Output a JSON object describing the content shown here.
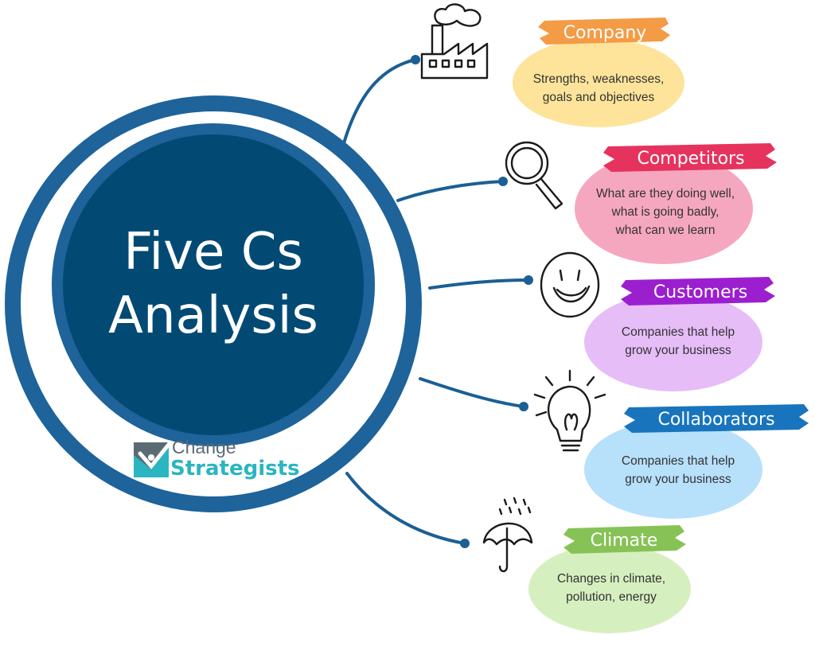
{
  "hub": {
    "title_line1": "Five Cs",
    "title_line2": "Analysis"
  },
  "logo": {
    "line1": "Change",
    "line2": "Strategists"
  },
  "colors": {
    "ring": "#1e639a",
    "hub_fill": "#024a74",
    "connector": "#1b5f94"
  },
  "items": [
    {
      "title": "Company",
      "icon": "factory-icon",
      "tag_color": "#f49b45",
      "blob_color": "#fde49a",
      "lines": [
        "Strengths, weaknesses,",
        "goals and objectives"
      ]
    },
    {
      "title": "Competitors",
      "icon": "magnifying-glass-icon",
      "tag_color": "#e6335e",
      "blob_color": "#f6a7c0",
      "lines": [
        "What are they doing well,",
        "what is going badly,",
        "what can we learn"
      ]
    },
    {
      "title": "Customers",
      "icon": "smiley-face-icon",
      "tag_color": "#9c1fcf",
      "blob_color": "#e6bdf7",
      "lines": [
        "Companies that help",
        "grow your business"
      ]
    },
    {
      "title": "Collaborators",
      "icon": "lightbulb-icon",
      "tag_color": "#1875bd",
      "blob_color": "#b7e0fb",
      "lines": [
        "Companies that help",
        "grow your business"
      ]
    },
    {
      "title": "Climate",
      "icon": "umbrella-rain-icon",
      "tag_color": "#87c256",
      "blob_color": "#d6efbf",
      "lines": [
        "Changes in climate,",
        "pollution, energy"
      ]
    }
  ]
}
